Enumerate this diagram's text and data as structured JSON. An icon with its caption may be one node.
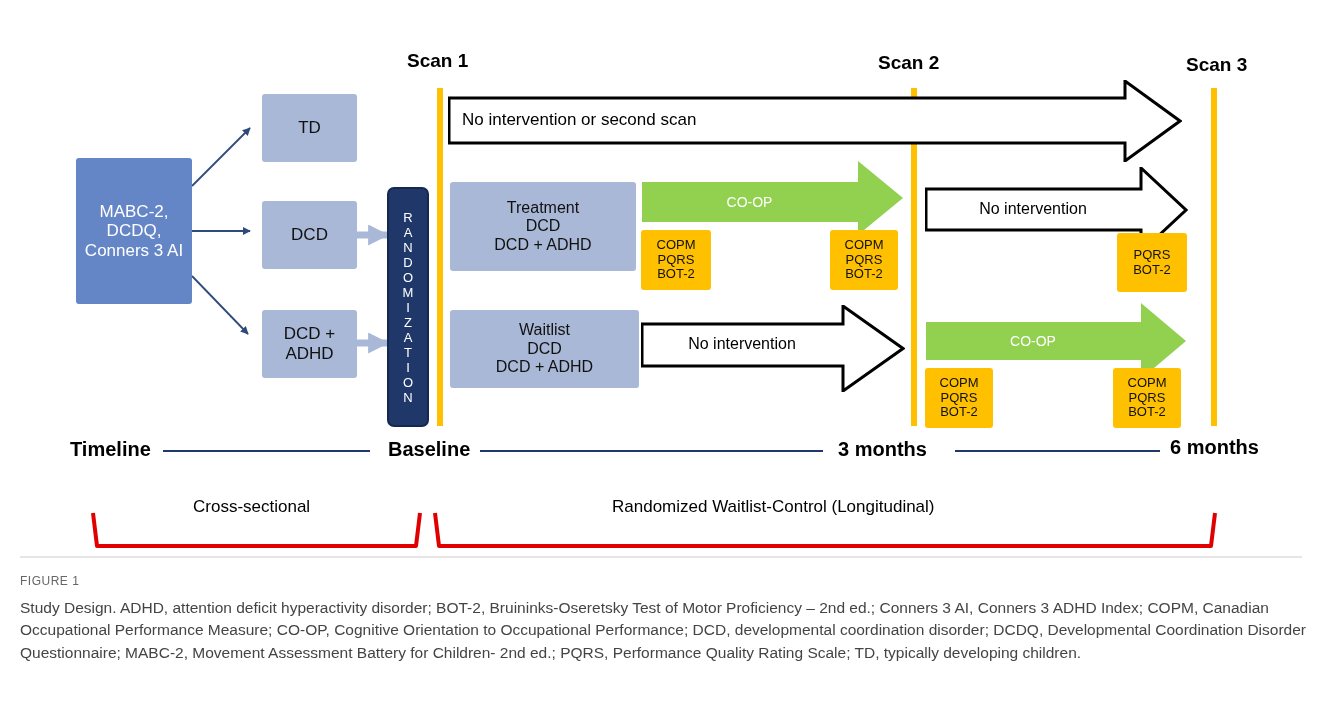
{
  "diagram": {
    "caption": "Study Design. ADHD, attention deficit hyperactivity disorder; BOT-2, Bruininks-Oseretsky Test of Motor Proficiency – 2nd ed.; Conners 3 AI, Conners 3 ADHD Index; COPM, Canadian Occupational Performance Measure; CO-OP, Cognitive Orientation to Occupational Performance; DCD, developmental coordination disorder; DCDQ, Developmental Coordination Disorder Questionnaire; MABC-2, Movement Assessment Battery for Children- 2nd ed.; PQRS, Performance Quality Rating Scale; TD, typically developing children.",
    "nodes": [
      {
        "text": [
          "MABC-2, DCDQ, Conners 3 AI"
        ]
      },
      {
        "text": [
          "TD"
        ]
      },
      {
        "text": [
          "DCD"
        ]
      },
      {
        "text": [
          "DCD + ADHD"
        ]
      },
      {
        "text": [
          "RANDOMIZATION"
        ]
      },
      {
        "text": [
          "Scan 1"
        ]
      },
      {
        "text": [
          "Scan 2"
        ]
      },
      {
        "text": [
          "Scan 3"
        ]
      },
      {
        "text": [
          "No intervention or second scan"
        ]
      },
      {
        "text": [
          "Treatment",
          "DCD",
          "DCD + ADHD"
        ]
      },
      {
        "text": [
          "CO-OP"
        ]
      },
      {
        "text": [
          "COPM",
          "PQRS",
          "BOT-2"
        ]
      },
      {
        "text": [
          "COPM",
          "PQRS",
          "BOT-2"
        ]
      },
      {
        "text": [
          "No intervention"
        ]
      },
      {
        "text": [
          "PQRS",
          "BOT-2"
        ]
      },
      {
        "text": [
          "Waitlist",
          "DCD",
          "DCD + ADHD"
        ]
      },
      {
        "text": [
          "No intervention"
        ]
      },
      {
        "text": [
          "CO-OP"
        ]
      },
      {
        "text": [
          "COPM",
          "PQRS",
          "BOT-2"
        ]
      },
      {
        "text": [
          "COPM",
          "PQRS",
          "BOT-2"
        ]
      }
    ],
    "edges": [
      {
        "from": 0,
        "to": 1,
        "arrow": "to"
      },
      {
        "from": 0,
        "to": 2,
        "arrow": "to"
      },
      {
        "from": 0,
        "to": 3,
        "arrow": "to"
      },
      {
        "from": 2,
        "to": 4,
        "arrow": "to",
        "style": "thick",
        "color": "#a9b8d6"
      },
      {
        "from": 3,
        "to": 4,
        "arrow": "to",
        "style": "thick",
        "color": "#a9b8d6"
      }
    ],
    "labels": [
      "Timeline",
      "Baseline",
      "3 months",
      "6 months",
      "Cross-sectional",
      "Randomized Waitlist-Control (Longitudinal)",
      "FIGURE 1"
    ]
  }
}
